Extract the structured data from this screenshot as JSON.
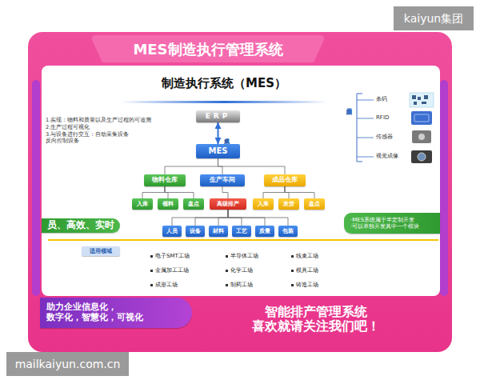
{
  "diagram": {
    "title": "MES制造执行管理系统",
    "nodes": [
      {
        "text": [
          "ERP"
        ]
      },
      {
        "text": [
          "MES"
        ]
      },
      {
        "text": [
          "物料仓库"
        ]
      },
      {
        "text": [
          "生产车间"
        ]
      },
      {
        "text": [
          "成品仓库"
        ]
      },
      {
        "text": [
          "入库"
        ]
      },
      {
        "text": [
          "领料"
        ]
      },
      {
        "text": [
          "盘点"
        ]
      },
      {
        "text": [
          "高级排产"
        ]
      },
      {
        "text": [
          "入库"
        ]
      },
      {
        "text": [
          "发货"
        ]
      },
      {
        "text": [
          "盘点"
        ]
      },
      {
        "text": [
          "员、高效、实时"
        ]
      },
      {
        "text": [
          "·MES系统属于半定制开发",
          "·可以单独开发其中一个模块"
        ]
      },
      {
        "text": [
          "人员"
        ]
      },
      {
        "text": [
          "设备"
        ]
      },
      {
        "text": [
          "材料"
        ]
      },
      {
        "text": [
          "工艺"
        ]
      },
      {
        "text": [
          "质量"
        ]
      },
      {
        "text": [
          "包装"
        ]
      },
      {
        "text": [
          "适用领域"
        ]
      },
      {
        "text": [
          "助力企业信息化， 数字化，智慧化，可视化"
        ]
      },
      {
        "text": [
          "智能排产管理系统 喜欢就请关注我们吧！"
        ]
      }
    ],
    "edges": [
      {
        "from": 0,
        "to": 1,
        "label": "集成",
        "arrow": "both"
      },
      {
        "from": 1,
        "to": 2,
        "arrow": "none"
      },
      {
        "from": 1,
        "to": 3,
        "arrow": "none"
      },
      {
        "from": 1,
        "to": 4,
        "arrow": "none"
      },
      {
        "from": 2,
        "to": 5,
        "arrow": "none"
      },
      {
        "from": 2,
        "to": 6,
        "arrow": "none"
      },
      {
        "from": 2,
        "to": 7,
        "arrow": "none"
      },
      {
        "from": 3,
        "to": 8,
        "arrow": "none"
      },
      {
        "from": 4,
        "to": 9,
        "arrow": "none"
      },
      {
        "from": 4,
        "to": 10,
        "arrow": "none"
      },
      {
        "from": 4,
        "to": 11,
        "arrow": "none"
      },
      {
        "from": 8,
        "to": 14,
        "arrow": "none"
      },
      {
        "from": 8,
        "to": 15,
        "arrow": "none"
      },
      {
        "from": 8,
        "to": 16,
        "arrow": "none"
      },
      {
        "from": 8,
        "to": 17,
        "arrow": "none"
      },
      {
        "from": 8,
        "to": 18,
        "arrow": "none"
      },
      {
        "from": 8,
        "to": 19,
        "arrow": "none"
      }
    ],
    "labels": [
      "制造执行系统（MES）",
      "1.实现：物料和质量以及生产过程的可追溯",
      "2.生产过程可视化",
      "3.与设备进行交互：自动采集设备 反向控制设备",
      "采用的技术",
      "条码",
      "RFID",
      "传感器",
      "视觉成像",
      "电子SMT工场",
      "半导体工场",
      "线束工场",
      "金属加工工场",
      "化学工场",
      "模具工场",
      "成形工场",
      "制药工场",
      "铸造工场",
      "kaiyun集团",
      "mailkaiyun.com.cn"
    ]
  }
}
